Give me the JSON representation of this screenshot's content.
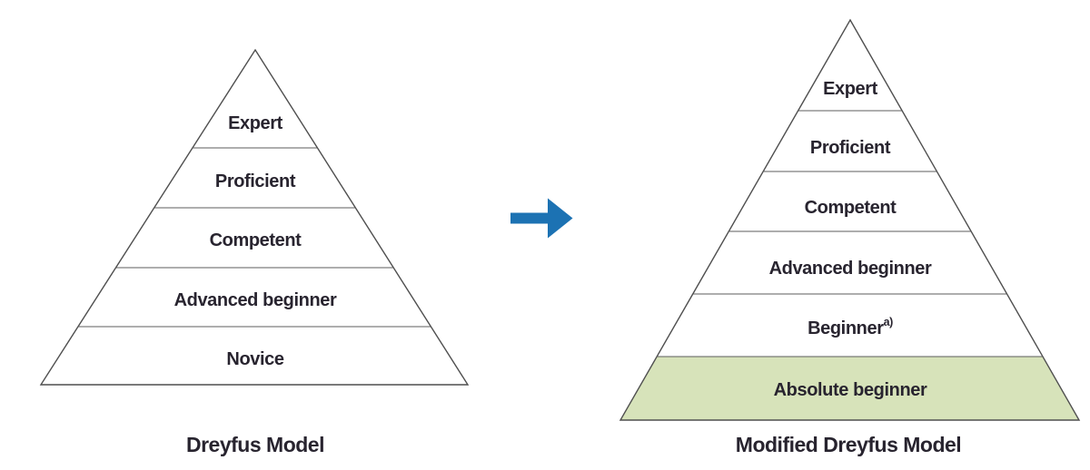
{
  "figure": {
    "background": "#ffffff",
    "stroke_color": "#4f4f4f",
    "text_color": "#28242f",
    "arrow_color": "#1c72b3",
    "highlight_fill": "#d7e3ba"
  },
  "left_pyramid": {
    "title": "Dreyfus Model",
    "levels": [
      {
        "label": "Expert"
      },
      {
        "label": "Proficient"
      },
      {
        "label": "Competent"
      },
      {
        "label": "Advanced beginner"
      },
      {
        "label": "Novice"
      }
    ]
  },
  "arrow": {
    "icon": "right-arrow",
    "color": "#1c72b3"
  },
  "right_pyramid": {
    "title": "Modified Dreyfus Model",
    "levels": [
      {
        "label": "Expert"
      },
      {
        "label": "Proficient"
      },
      {
        "label": "Competent"
      },
      {
        "label": "Advanced beginner"
      },
      {
        "label": "Beginner",
        "superscript": "a)"
      },
      {
        "label": "Absolute beginner",
        "highlighted": true,
        "highlight_color": "#d7e3ba"
      }
    ]
  }
}
